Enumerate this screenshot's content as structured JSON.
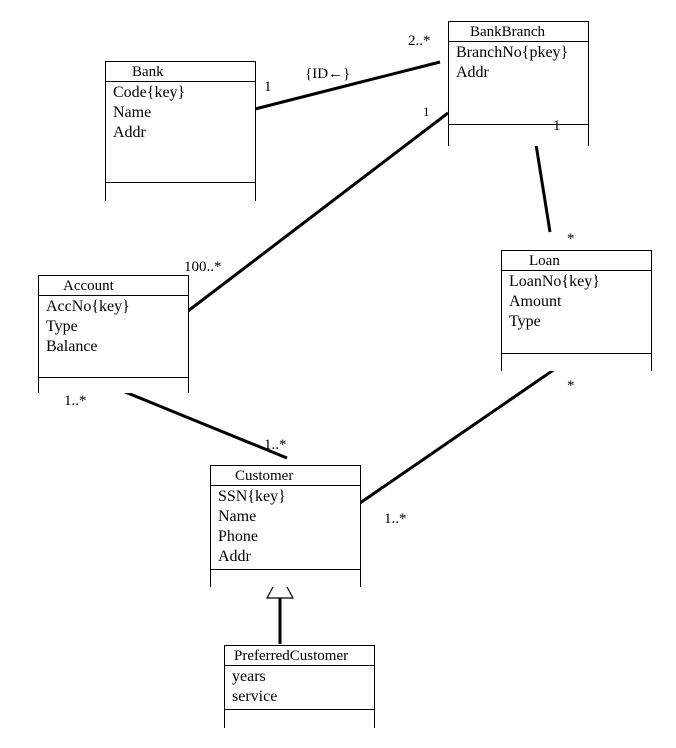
{
  "classes": {
    "bank": {
      "name": "Bank",
      "attributes": [
        "Code{key}",
        "Name",
        "Addr"
      ]
    },
    "bankbranch": {
      "name": "BankBranch",
      "attributes": [
        "BranchNo{pkey}",
        "Addr"
      ]
    },
    "account": {
      "name": "Account",
      "attributes": [
        "AccNo{key}",
        "Type",
        "Balance"
      ]
    },
    "loan": {
      "name": "Loan",
      "attributes": [
        "LoanNo{key}",
        "Amount",
        "Type"
      ]
    },
    "customer": {
      "name": "Customer",
      "attributes": [
        "SSN{key}",
        "Name",
        "Phone",
        "Addr"
      ]
    },
    "preferredcustomer": {
      "name": "PreferredCustomer",
      "attributes": [
        "years",
        "service"
      ]
    }
  },
  "associations": {
    "bank_branch": {
      "label": "{ID←}",
      "bank_end": "1",
      "branch_end": "2..*"
    },
    "branch_account": {
      "branch_end": "1",
      "account_end": "100..*"
    },
    "branch_loan": {
      "branch_end": "1",
      "loan_end": "*"
    },
    "account_customer": {
      "account_end": "1..*",
      "customer_end": "1..*"
    },
    "loan_customer": {
      "loan_end": "*",
      "customer_end": "1..*"
    }
  },
  "generalization": {
    "parent": "Customer",
    "child": "PreferredCustomer"
  }
}
